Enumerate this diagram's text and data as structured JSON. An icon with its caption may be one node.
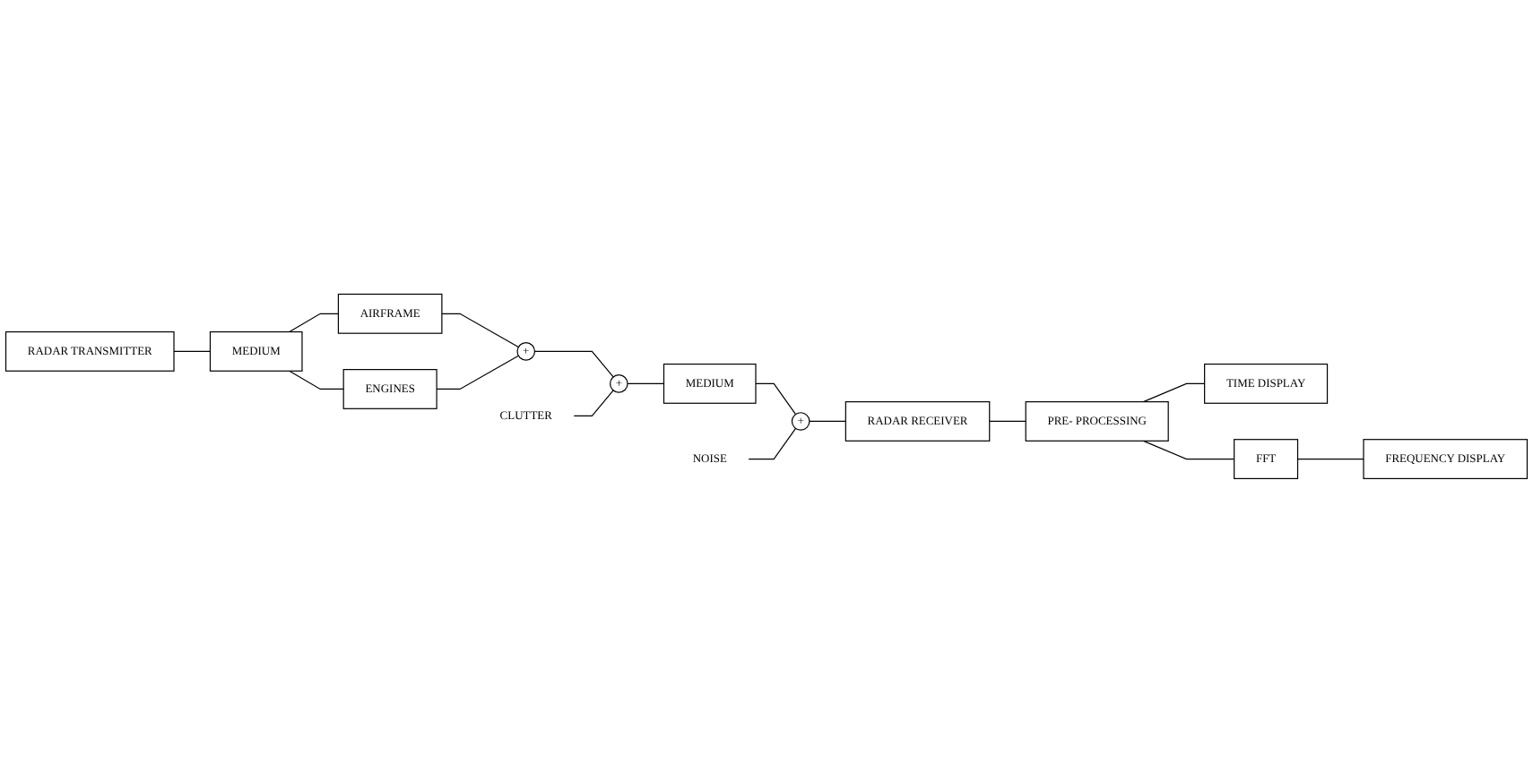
{
  "diagram": {
    "nodes": [
      {
        "text": [
          "RADAR TRANSMITTER"
        ]
      },
      {
        "text": [
          "MEDIUM"
        ]
      },
      {
        "text": [
          "AIRFRAME"
        ]
      },
      {
        "text": [
          "ENGINES"
        ]
      },
      {
        "text": [
          "+"
        ]
      },
      {
        "text": [
          "+"
        ]
      },
      {
        "text": [
          "CLUTTER"
        ]
      },
      {
        "text": [
          "MEDIUM"
        ]
      },
      {
        "text": [
          "NOISE"
        ]
      },
      {
        "text": [
          "+"
        ]
      },
      {
        "text": [
          "RADAR RECEIVER"
        ]
      },
      {
        "text": [
          "PRE- PROCESSING"
        ]
      },
      {
        "text": [
          "TIME DISPLAY"
        ]
      },
      {
        "text": [
          "FFT"
        ]
      },
      {
        "text": [
          "FREQUENCY DISPLAY"
        ]
      }
    ],
    "edges": [
      {
        "from": 0,
        "to": 1,
        "arrow": "none"
      },
      {
        "from": 1,
        "to": 2,
        "arrow": "none"
      },
      {
        "from": 1,
        "to": 3,
        "arrow": "none"
      },
      {
        "from": 2,
        "to": 4,
        "arrow": "none"
      },
      {
        "from": 3,
        "to": 4,
        "arrow": "none"
      },
      {
        "from": 4,
        "to": 5,
        "arrow": "none"
      },
      {
        "from": 6,
        "to": 5,
        "arrow": "none"
      },
      {
        "from": 5,
        "to": 7,
        "arrow": "none"
      },
      {
        "from": 7,
        "to": 9,
        "arrow": "none"
      },
      {
        "from": 8,
        "to": 9,
        "arrow": "none"
      },
      {
        "from": 9,
        "to": 10,
        "arrow": "none"
      },
      {
        "from": 10,
        "to": 11,
        "arrow": "none"
      },
      {
        "from": 11,
        "to": 12,
        "arrow": "none"
      },
      {
        "from": 11,
        "to": 13,
        "arrow": "none"
      },
      {
        "from": 13,
        "to": 14,
        "arrow": "none"
      }
    ]
  }
}
